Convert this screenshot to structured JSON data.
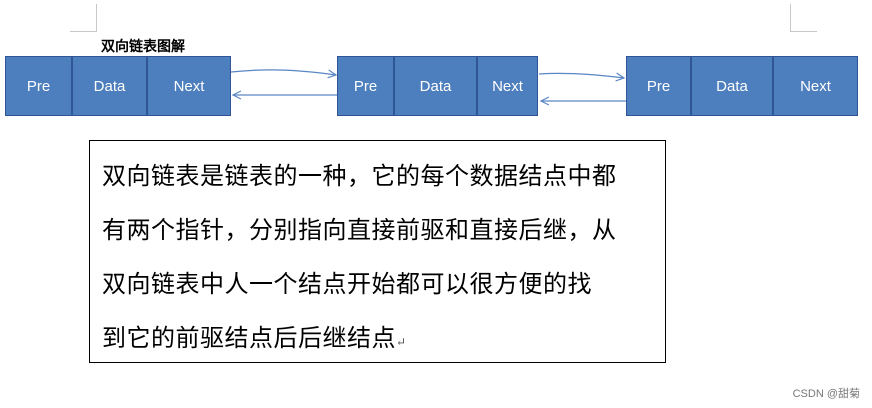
{
  "diagram": {
    "title": "双向链表图解",
    "nodes": [
      {
        "cells": [
          "Pre",
          "Data",
          "Next"
        ]
      },
      {
        "cells": [
          "Pre",
          "Data",
          "Next"
        ]
      },
      {
        "cells": [
          "Pre",
          "Data",
          "Next"
        ]
      }
    ],
    "colors": {
      "cell_fill": "#4d7ebd",
      "cell_border": "#2f5597",
      "arrow": "#5a86c4"
    }
  },
  "description": {
    "lines": [
      "双向链表是链表的一种，它的每个数据结点中都",
      "有两个指针，分别指向直接前驱和直接后继，从",
      "双向链表中人一个结点开始都可以很方便的找",
      "到它的前驱结点后后继结点"
    ],
    "paragraph_mark": "↵"
  },
  "watermark": "CSDN @甜菊"
}
